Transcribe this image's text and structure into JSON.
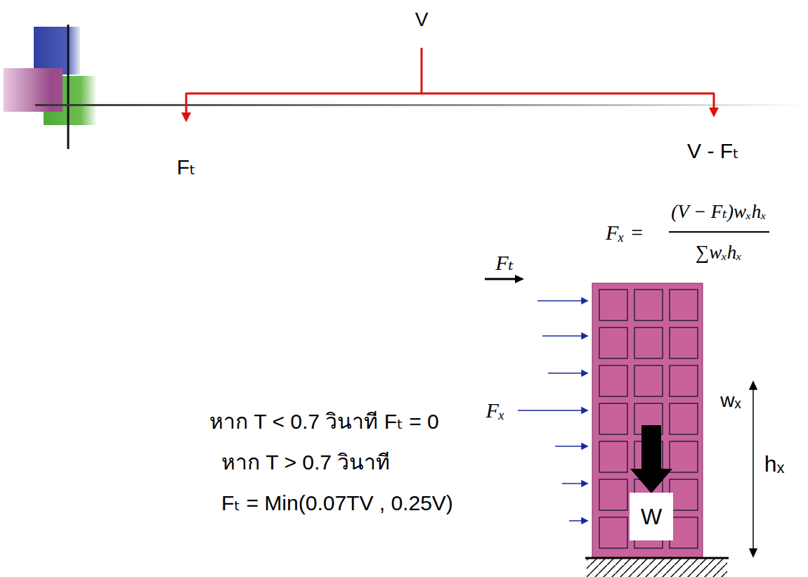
{
  "diagram": {
    "nodes": [
      {
        "text": [
          "W"
        ]
      }
    ],
    "labels": [
      "V",
      "Fₜ",
      "V - Fₜ",
      "Fₓ =",
      "(V − Fₜ)wₓhₓ",
      "∑wₓhₓ",
      "Fₜ",
      "Fₓ",
      "wₓ",
      "hₓ",
      "หาก T < 0.7 วินาที Fₜ = 0",
      "หาก T > 0.7 วินาที",
      "Fₜ = Min(0.07TV , 0.25V)"
    ]
  }
}
